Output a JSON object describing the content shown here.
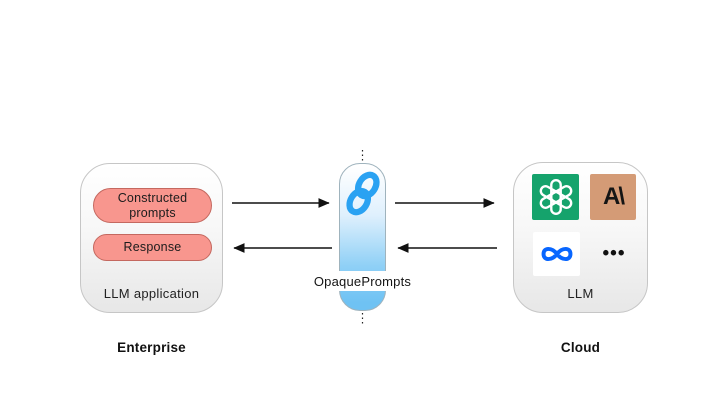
{
  "diagram": {
    "enterprise": {
      "caption": "Enterprise",
      "box_label": "LLM application",
      "pills": [
        {
          "label": "Constructed prompts"
        },
        {
          "label": "Response"
        }
      ]
    },
    "proxy": {
      "label": "OpaquePrompts",
      "logo": "opaque-interlocking-rings-icon"
    },
    "cloud": {
      "caption": "Cloud",
      "box_label": "LLM",
      "providers": {
        "openai_icon": "openai-knot-icon",
        "anthropic_glyph": "A\\",
        "meta_icon": "meta-infinity-icon",
        "more_glyph": "•••"
      }
    },
    "arrows": {
      "enterprise_to_proxy": "right",
      "proxy_to_cloud": "right",
      "cloud_to_proxy": "left",
      "proxy_to_enterprise": "left"
    },
    "colors": {
      "pill_fill": "#f8968e",
      "pill_border": "#c4685f",
      "capsule_blue": "#6fc2f3",
      "opaque_logo_blue": "#2aa2f2",
      "openai_green": "#15a36c",
      "anthropic_tan": "#d49b76",
      "meta_blue": "#0866ff",
      "box_border": "#c6c6c6",
      "arrow": "#111111"
    }
  }
}
